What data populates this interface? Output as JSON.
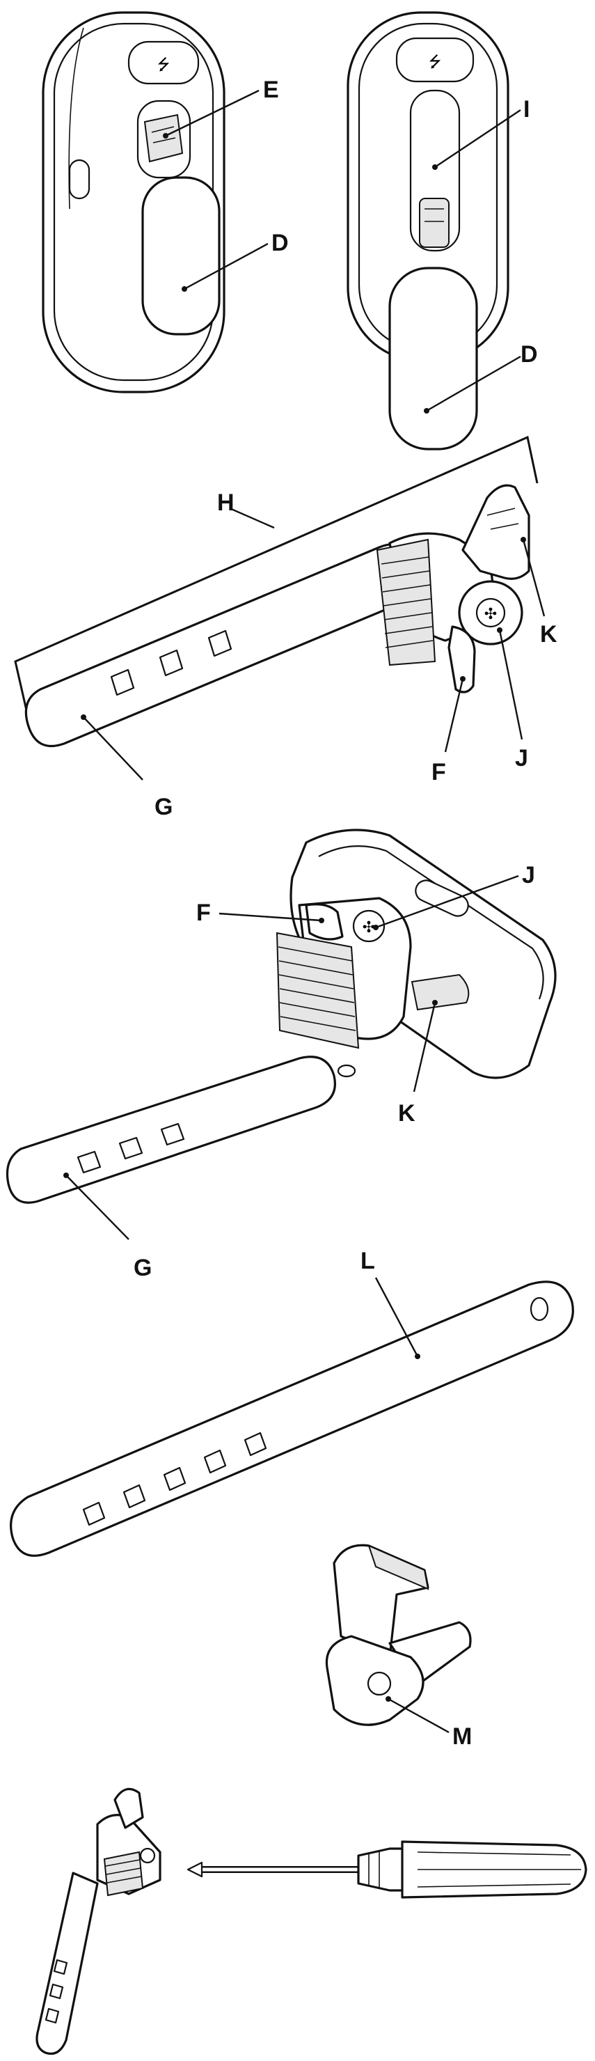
{
  "labels": {
    "E": "E",
    "D1": "D",
    "I": "I",
    "D2": "D",
    "H": "H",
    "K1": "K",
    "J1": "J",
    "F1": "F",
    "G1": "G",
    "J2": "J",
    "F2": "F",
    "K2": "K",
    "G2": "G",
    "L": "L",
    "M": "M"
  }
}
